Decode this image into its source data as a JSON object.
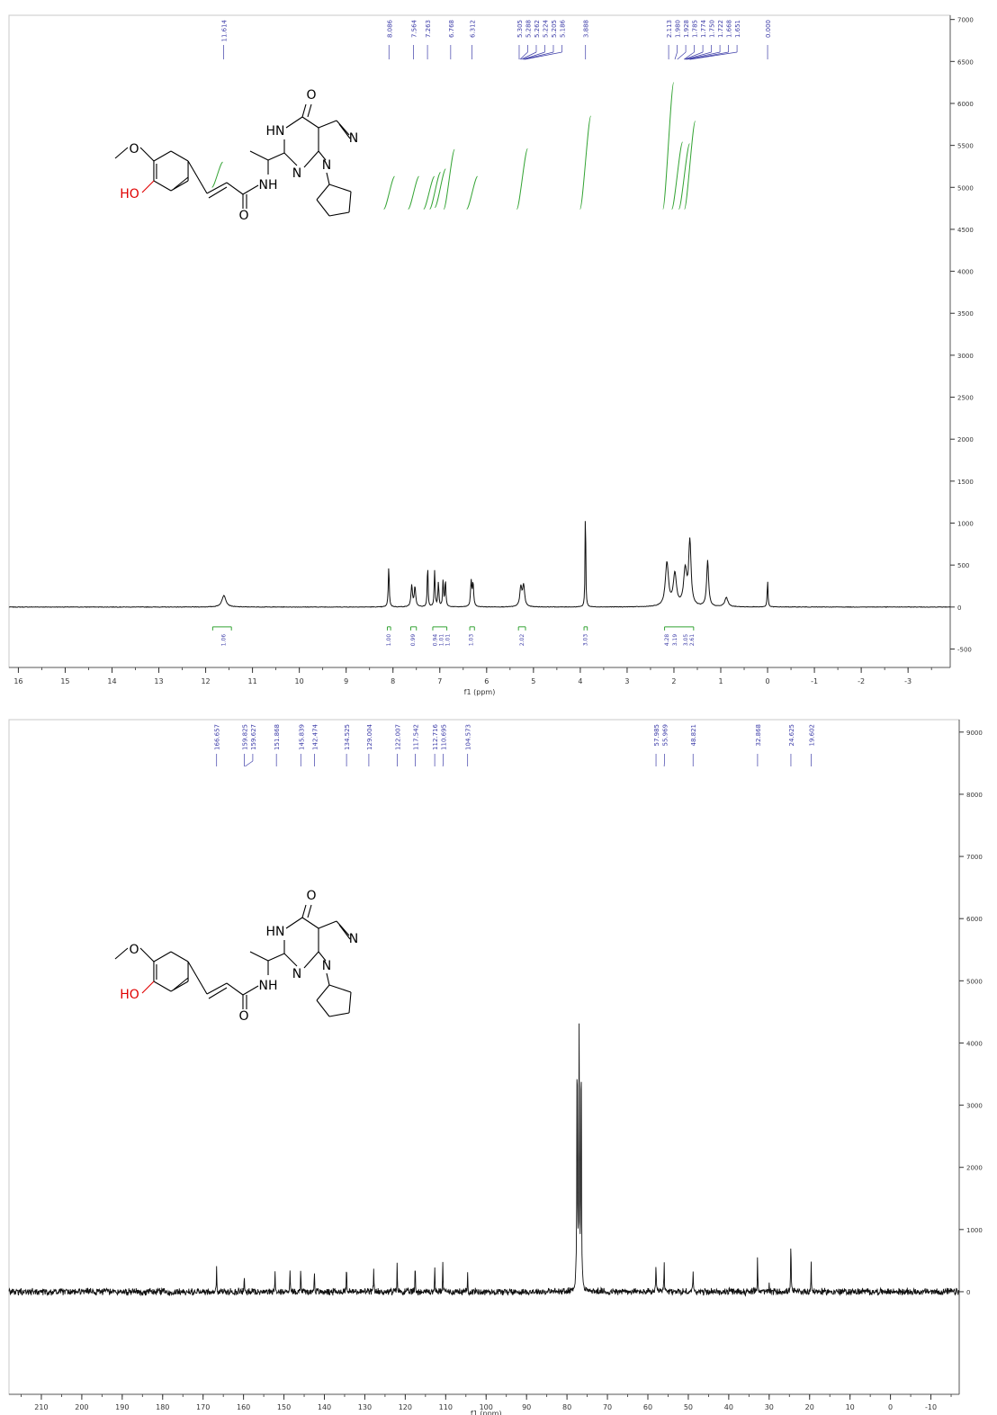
{
  "chart_data": [
    {
      "type": "line",
      "xlabel": "f1 (ppm)",
      "xlim": [
        16.2,
        -3.9
      ],
      "ylim": [
        -720,
        7050
      ],
      "x_ticks": [
        16,
        15,
        14,
        13,
        12,
        11,
        10,
        9,
        8,
        7,
        6,
        5,
        4,
        3,
        2,
        1,
        0,
        -1,
        -2,
        -3
      ],
      "y_ticks": [
        -500,
        0,
        500,
        1000,
        1500,
        2000,
        2500,
        3000,
        3500,
        4000,
        4500,
        5000,
        5500,
        6000,
        6500,
        7000
      ],
      "peak_labels": [
        "11.614",
        "8.086",
        "7.564",
        "7.263",
        "6.768",
        "6.312",
        "5.305",
        "5.288",
        "5.262",
        "5.224",
        "5.205",
        "5.186",
        "3.888",
        "2.113",
        "1.980",
        "1.928",
        "1.785",
        "1.774",
        "1.750",
        "1.722",
        "1.668",
        "1.651",
        "0.000"
      ],
      "peaks": [
        {
          "ppm": 11.61,
          "height": 140,
          "width": 0.05
        },
        {
          "ppm": 8.09,
          "height": 490,
          "width": 0.012
        },
        {
          "ppm": 7.6,
          "height": 260,
          "width": 0.018
        },
        {
          "ppm": 7.53,
          "height": 240,
          "width": 0.018
        },
        {
          "ppm": 7.26,
          "height": 520,
          "width": 0.01
        },
        {
          "ppm": 7.11,
          "height": 430,
          "width": 0.012
        },
        {
          "ppm": 7.03,
          "height": 290,
          "width": 0.012
        },
        {
          "ppm": 6.93,
          "height": 310,
          "width": 0.012
        },
        {
          "ppm": 6.88,
          "height": 320,
          "width": 0.012
        },
        {
          "ppm": 6.33,
          "height": 300,
          "width": 0.015
        },
        {
          "ppm": 6.29,
          "height": 280,
          "width": 0.015
        },
        {
          "ppm": 5.27,
          "height": 230,
          "width": 0.025
        },
        {
          "ppm": 5.21,
          "height": 250,
          "width": 0.025
        },
        {
          "ppm": 3.89,
          "height": 1320,
          "width": 0.008
        },
        {
          "ppm": 2.15,
          "height": 520,
          "width": 0.04
        },
        {
          "ppm": 1.98,
          "height": 380,
          "width": 0.04
        },
        {
          "ppm": 1.76,
          "height": 420,
          "width": 0.04
        },
        {
          "ppm": 1.66,
          "height": 760,
          "width": 0.03
        },
        {
          "ppm": 1.28,
          "height": 550,
          "width": 0.025
        },
        {
          "ppm": 0.88,
          "height": 110,
          "width": 0.04
        },
        {
          "ppm": 0.0,
          "height": 320,
          "width": 0.01
        }
      ],
      "integration_ranges": [
        [
          11.85,
          11.45
        ],
        [
          8.12,
          8.05
        ],
        [
          7.62,
          7.5
        ],
        [
          7.15,
          6.85
        ],
        [
          6.36,
          6.26
        ],
        [
          5.32,
          5.17
        ],
        [
          3.92,
          3.85
        ],
        [
          2.2,
          1.58
        ]
      ],
      "integration_values": [
        "1.06",
        "1.00",
        "0.99",
        "0.94",
        "1.01",
        "1.01",
        "1.03",
        "2.02",
        "3.03",
        "4.28",
        "3.19",
        "3.05",
        "2.61"
      ],
      "integration_positions": [
        11.62,
        8.09,
        7.57,
        7.1,
        7.0,
        6.9,
        6.33,
        5.25,
        3.89,
        2.15,
        1.98,
        1.75,
        1.66
      ],
      "integral_curves": [
        [
          11.75,
          5000,
          5300
        ],
        [
          8.08,
          4740,
          5130
        ],
        [
          7.56,
          4740,
          5130
        ],
        [
          7.23,
          4740,
          5130
        ],
        [
          7.1,
          4740,
          5180
        ],
        [
          6.99,
          4760,
          5220
        ],
        [
          6.8,
          4740,
          5450
        ],
        [
          6.31,
          4740,
          5130
        ],
        [
          5.24,
          4740,
          5460
        ],
        [
          3.89,
          4740,
          5850
        ],
        [
          2.12,
          4740,
          6250
        ],
        [
          1.93,
          4740,
          5540
        ],
        [
          1.78,
          4740,
          5520
        ],
        [
          1.66,
          4740,
          5790
        ]
      ],
      "structure": {
        "methoxy_o": "O",
        "hydroxy": "HO",
        "amide_nh": "NH",
        "carbonyl_o": "O",
        "ring_hn": "HN",
        "ring_o": "O",
        "n1": "N",
        "n2": "N",
        "n3": "N"
      }
    },
    {
      "type": "line",
      "xlabel": "f1 (ppm)",
      "xlim": [
        218,
        -17
      ],
      "ylim": [
        -1650,
        9200
      ],
      "x_ticks": [
        210,
        200,
        190,
        180,
        170,
        160,
        150,
        140,
        130,
        120,
        110,
        100,
        90,
        80,
        70,
        60,
        50,
        40,
        30,
        20,
        10,
        0,
        -10
      ],
      "y_ticks": [
        0,
        1000,
        2000,
        3000,
        4000,
        5000,
        6000,
        7000,
        8000,
        9000
      ],
      "peak_labels": [
        "166.657",
        "159.825",
        "159.627",
        "151.868",
        "145.839",
        "142.474",
        "134.525",
        "129.004",
        "122.007",
        "117.542",
        "112.716",
        "110.695",
        "104.573",
        "57.985",
        "55.969",
        "48.821",
        "32.868",
        "24.625",
        "19.602"
      ],
      "peaks": [
        {
          "ppm": 166.66,
          "height": 360
        },
        {
          "ppm": 159.83,
          "height": 300
        },
        {
          "ppm": 152.2,
          "height": 280
        },
        {
          "ppm": 148.5,
          "height": 360
        },
        {
          "ppm": 145.84,
          "height": 430
        },
        {
          "ppm": 142.47,
          "height": 390
        },
        {
          "ppm": 134.53,
          "height": 520
        },
        {
          "ppm": 127.8,
          "height": 320
        },
        {
          "ppm": 122.01,
          "height": 470
        },
        {
          "ppm": 117.54,
          "height": 470
        },
        {
          "ppm": 112.72,
          "height": 400
        },
        {
          "ppm": 110.7,
          "height": 520
        },
        {
          "ppm": 104.57,
          "height": 310
        },
        {
          "ppm": 77.5,
          "height": 3980
        },
        {
          "ppm": 77.0,
          "height": 4020
        },
        {
          "ppm": 76.5,
          "height": 3950
        },
        {
          "ppm": 57.99,
          "height": 490
        },
        {
          "ppm": 55.97,
          "height": 560
        },
        {
          "ppm": 48.82,
          "height": 380
        },
        {
          "ppm": 32.87,
          "height": 660
        },
        {
          "ppm": 30.0,
          "height": 120
        },
        {
          "ppm": 24.63,
          "height": 950
        },
        {
          "ppm": 19.6,
          "height": 490
        }
      ],
      "structure": {
        "methoxy_o": "O",
        "hydroxy": "HO",
        "amide_nh": "NH",
        "carbonyl_o": "O",
        "ring_hn": "HN",
        "ring_o": "O",
        "n1": "N",
        "n2": "N",
        "n3": "N"
      }
    }
  ]
}
